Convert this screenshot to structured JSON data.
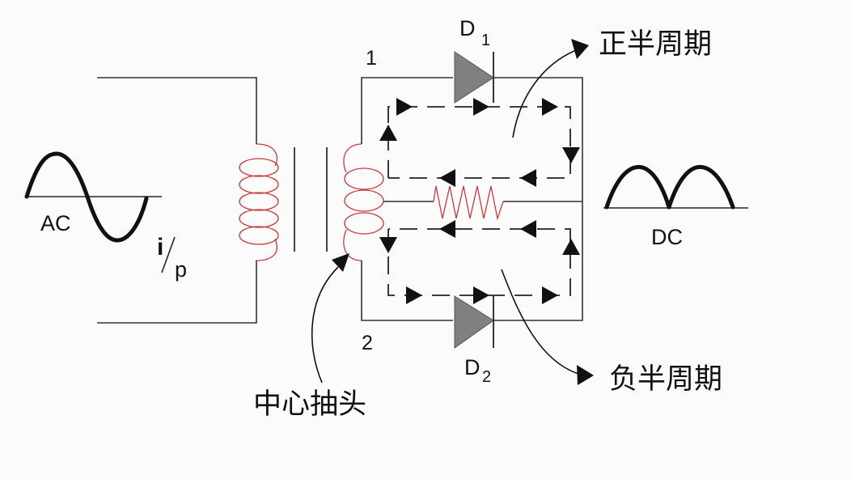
{
  "diagram": {
    "title": "Center-tapped full-wave rectifier",
    "labels": {
      "ac": "AC",
      "dc": "DC",
      "ip_i": "i",
      "ip_slash": "/",
      "ip_p": "p",
      "node1": "1",
      "node2": "2",
      "d1_letter": "D",
      "d1_sub": "1",
      "d2_letter": "D",
      "d2_sub": "2",
      "positive_half_cycle": "正半周期",
      "negative_half_cycle": "负半周期",
      "center_tap": "中心抽头"
    },
    "colors": {
      "wire": "#333333",
      "coil": "#c8393d",
      "diode_fill": "#808080",
      "arrow": "#111111",
      "background": "#fbfbfb"
    },
    "components": [
      {
        "name": "AC source",
        "type": "sine-wave"
      },
      {
        "name": "Primary winding",
        "type": "inductor",
        "turns": 5
      },
      {
        "name": "Secondary winding",
        "type": "inductor",
        "turns": 4,
        "center_tapped": true
      },
      {
        "name": "D1",
        "type": "diode"
      },
      {
        "name": "D2",
        "type": "diode"
      },
      {
        "name": "Load resistor",
        "type": "resistor"
      },
      {
        "name": "DC output",
        "type": "full-wave-rectified-wave"
      }
    ]
  }
}
